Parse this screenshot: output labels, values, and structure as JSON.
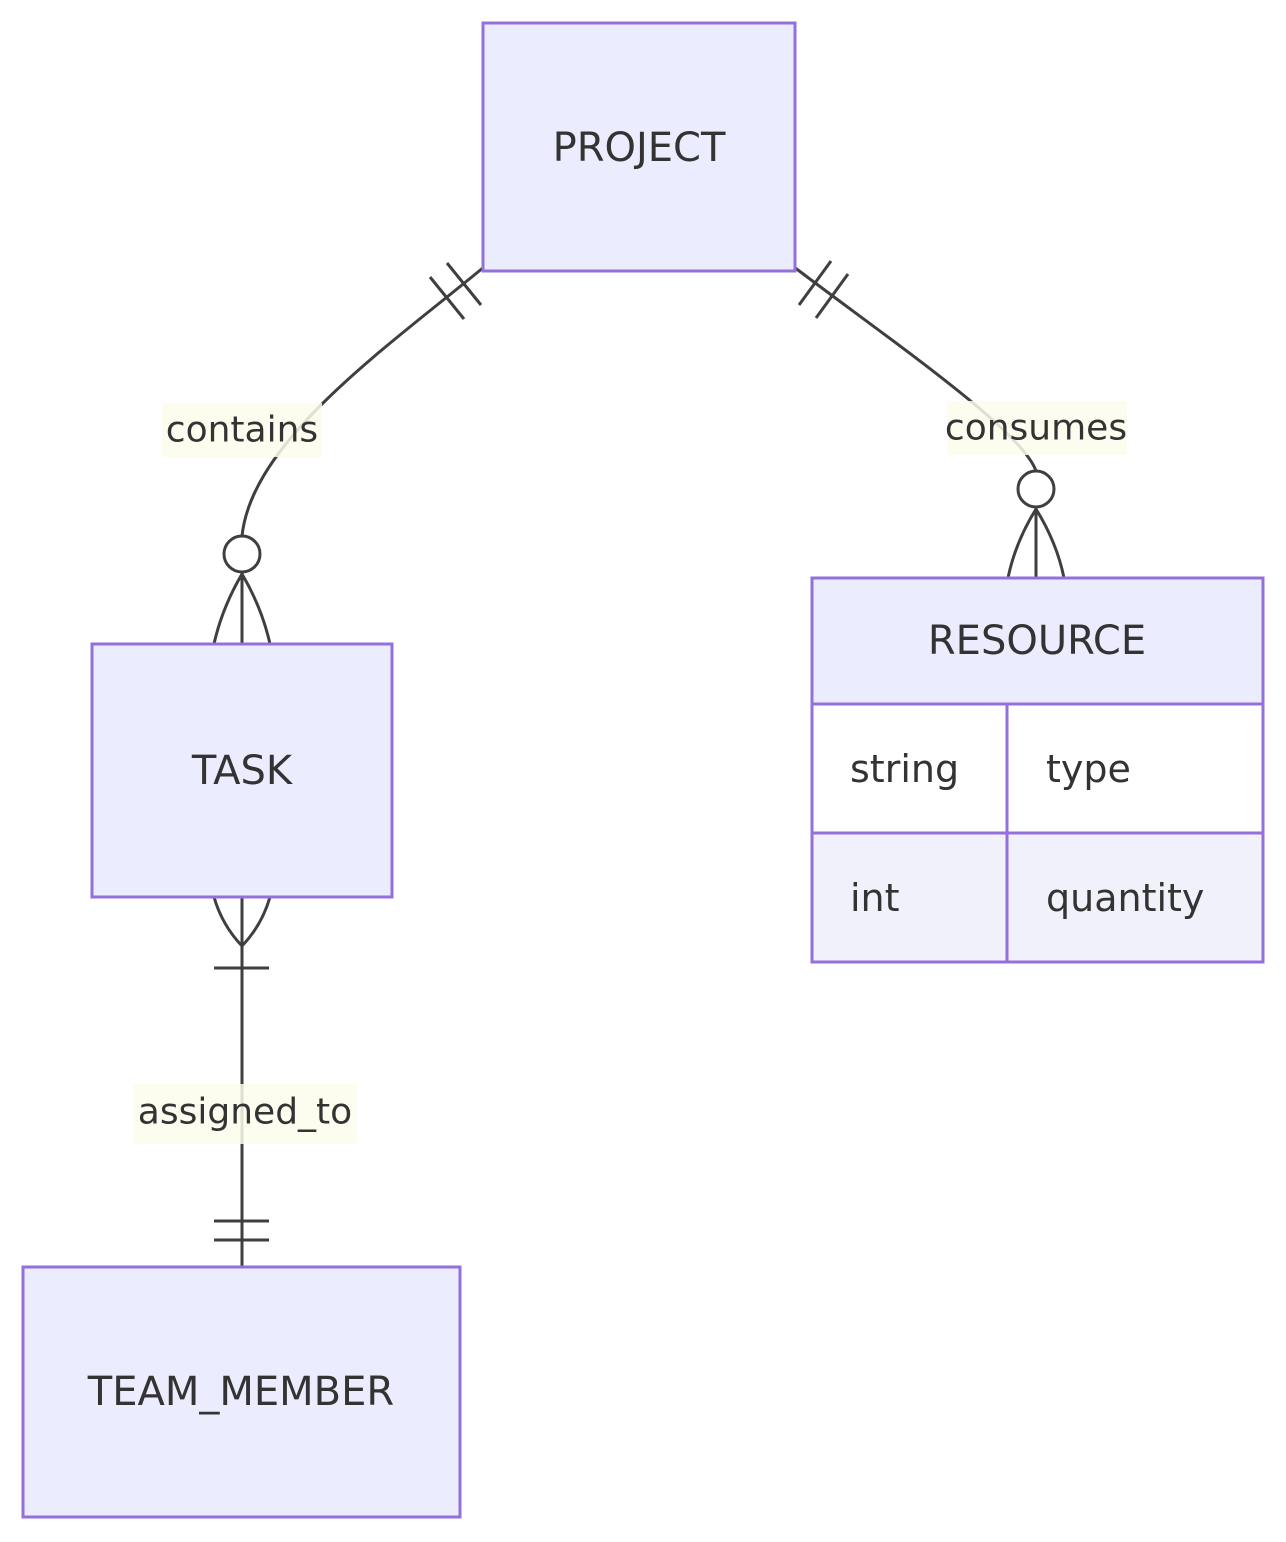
{
  "diagram": {
    "type": "er-diagram",
    "entities": [
      {
        "id": "project",
        "name": "PROJECT"
      },
      {
        "id": "task",
        "name": "TASK"
      },
      {
        "id": "resource",
        "name": "RESOURCE",
        "attributes": [
          {
            "type": "string",
            "name": "type"
          },
          {
            "type": "int",
            "name": "quantity"
          }
        ]
      },
      {
        "id": "team_member",
        "name": "TEAM_MEMBER"
      }
    ],
    "relationships": [
      {
        "from": "PROJECT",
        "to": "TASK",
        "label": "contains",
        "from_cardinality": "exactly-one",
        "to_cardinality": "zero-or-many"
      },
      {
        "from": "PROJECT",
        "to": "RESOURCE",
        "label": "consumes",
        "from_cardinality": "exactly-one",
        "to_cardinality": "zero-or-many"
      },
      {
        "from": "TASK",
        "to": "TEAM_MEMBER",
        "label": "assigned_to",
        "from_cardinality": "one-or-many",
        "to_cardinality": "exactly-one"
      }
    ],
    "colors": {
      "entity_fill": "#ECECFF",
      "entity_border": "#9370DB",
      "line": "#3f3f3f",
      "text": "#333333",
      "label_bg": "rgba(252,252,236,0.85)",
      "attr_row_odd": "#ffffff",
      "attr_row_even": "#f1f1fb"
    }
  }
}
